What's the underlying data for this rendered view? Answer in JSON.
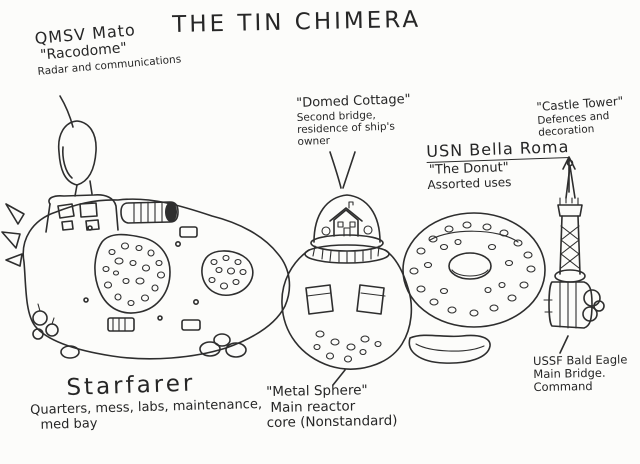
{
  "title": "THE TIN CHIMERA",
  "colors": {
    "ink": "#2e2e2e",
    "paper": "#fcfcfa"
  },
  "annotations": {
    "mato": {
      "name": "QMSV Mato",
      "nickname": "\"Racodome\"",
      "description": "Radar and communications"
    },
    "domed_cottage": {
      "nickname": "\"Domed Cottage\"",
      "line1": "Second bridge,",
      "line2": "residence of ship's",
      "line3": "owner"
    },
    "bella_roma": {
      "name": "USN Bella Roma",
      "nickname": "\"The Donut\"",
      "description": "Assorted uses"
    },
    "castle_tower": {
      "nickname": "\"Castle Tower\"",
      "line1": "Defences and",
      "line2": "decoration"
    },
    "starfarer": {
      "name": "Starfarer",
      "line1": "Quarters, mess, labs, maintenance,",
      "line2": "med bay"
    },
    "metal_sphere": {
      "nickname": "\"Metal Sphere\"",
      "line1": "Main reactor",
      "line2": "core (Nonstandard)"
    },
    "bald_eagle": {
      "name": "USSF Bald Eagle",
      "line1": "Main Bridge.",
      "line2": "Command"
    }
  }
}
